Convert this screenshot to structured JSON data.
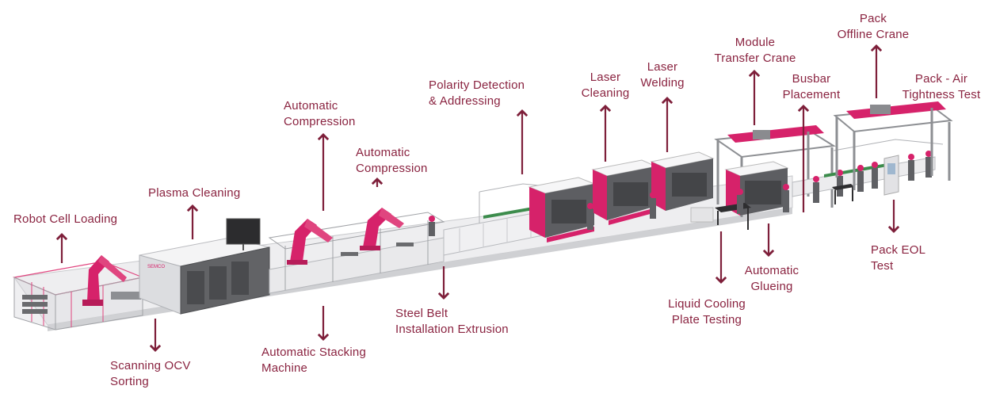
{
  "colors": {
    "label": "#8a2340",
    "arrow": "#7e1f3a",
    "accent": "#d6226a",
    "machine_gray": "#5f5f62",
    "machine_light": "#e6e6e8",
    "frame": "#9a9ca0"
  },
  "brand": "SEMCO",
  "labels": {
    "robot_cell_loading": [
      "Robot Cell Loading"
    ],
    "scanning_ocv": [
      "Scanning OCV",
      "Sorting"
    ],
    "plasma_cleaning": [
      "Plasma Cleaning"
    ],
    "auto_compression_1": [
      "Automatic",
      "Compression"
    ],
    "auto_stacking": [
      "Automatic Stacking",
      "Machine"
    ],
    "auto_compression_2": [
      "Automatic",
      "Compression"
    ],
    "steel_belt": [
      "Steel Belt",
      "Installation Extrusion"
    ],
    "polarity_detection": [
      "Polarity Detection",
      "& Addressing"
    ],
    "laser_cleaning": [
      "Laser",
      "Cleaning"
    ],
    "laser_welding": [
      "Laser",
      "Welding"
    ],
    "module_transfer_crane": [
      "Module",
      "Transfer Crane"
    ],
    "busbar_placement": [
      "Busbar",
      "Placement"
    ],
    "pack_offline_crane": [
      "Pack",
      "Offline Crane"
    ],
    "pack_air_tightness": [
      "Pack - Air",
      "Tightness Test"
    ],
    "liquid_cooling": [
      "Liquid Cooling",
      "Plate Testing"
    ],
    "automatic_glueing": [
      "Automatic",
      "Glueing"
    ],
    "pack_eol_test": [
      "Pack EOL",
      "Test"
    ]
  }
}
